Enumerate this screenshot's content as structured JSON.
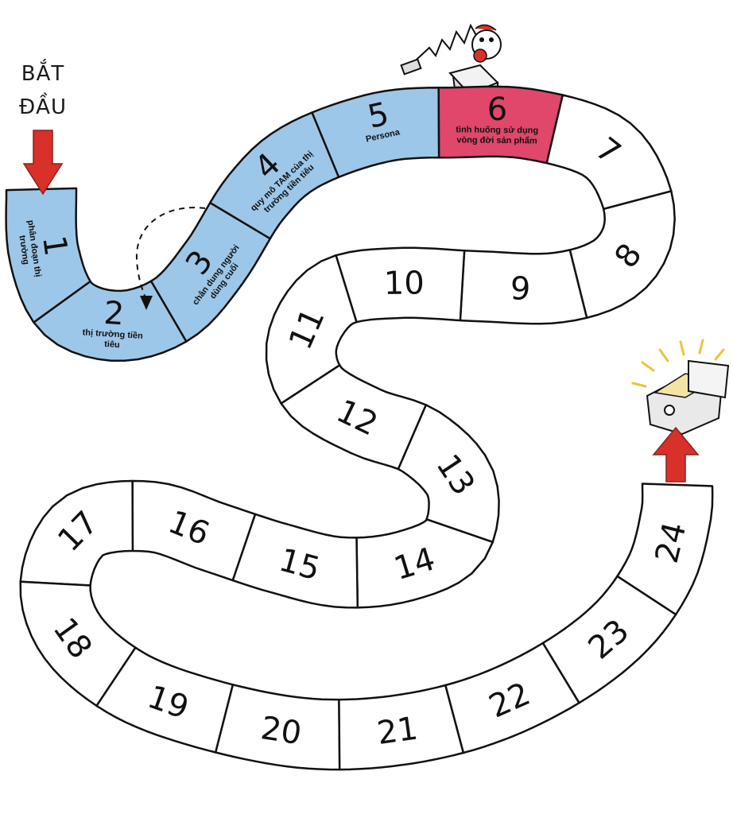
{
  "start": {
    "line1": "BẮT",
    "line2": "ĐẦU"
  },
  "colors": {
    "blue": "#9dc7e8",
    "pink": "#e0476a",
    "white": "#ffffff",
    "ink": "#111111",
    "arrow": "#d8312a"
  },
  "icons": {
    "start_arrow": "down-arrow-icon",
    "finish_arrow": "up-arrow-icon",
    "jack_in_the_box": "jack-in-the-box-icon",
    "treasure_chest": "treasure-chest-icon",
    "shortcut": "dashed-curved-arrow-icon"
  },
  "squares": [
    {
      "num": "1",
      "color": "blue",
      "text": "phân đoạn thị trường"
    },
    {
      "num": "2",
      "color": "blue",
      "text": "thị trường tiền tiêu"
    },
    {
      "num": "3",
      "color": "blue",
      "text": "chân dung người dùng cuối"
    },
    {
      "num": "4",
      "color": "blue",
      "text": "quy mô TAM của thị trường tiền tiêu"
    },
    {
      "num": "5",
      "color": "blue",
      "text": "Persona"
    },
    {
      "num": "6",
      "color": "pink",
      "text": "tình huống sử dụng vòng đời sản phẩm"
    },
    {
      "num": "7",
      "color": "white",
      "text": ""
    },
    {
      "num": "8",
      "color": "white",
      "text": ""
    },
    {
      "num": "9",
      "color": "white",
      "text": ""
    },
    {
      "num": "10",
      "color": "white",
      "text": ""
    },
    {
      "num": "11",
      "color": "white",
      "text": ""
    },
    {
      "num": "12",
      "color": "white",
      "text": ""
    },
    {
      "num": "13",
      "color": "white",
      "text": ""
    },
    {
      "num": "14",
      "color": "white",
      "text": ""
    },
    {
      "num": "15",
      "color": "white",
      "text": ""
    },
    {
      "num": "16",
      "color": "white",
      "text": ""
    },
    {
      "num": "17",
      "color": "white",
      "text": ""
    },
    {
      "num": "18",
      "color": "white",
      "text": ""
    },
    {
      "num": "19",
      "color": "white",
      "text": ""
    },
    {
      "num": "20",
      "color": "white",
      "text": ""
    },
    {
      "num": "21",
      "color": "white",
      "text": ""
    },
    {
      "num": "22",
      "color": "white",
      "text": ""
    },
    {
      "num": "23",
      "color": "white",
      "text": ""
    },
    {
      "num": "24",
      "color": "white",
      "text": ""
    }
  ]
}
